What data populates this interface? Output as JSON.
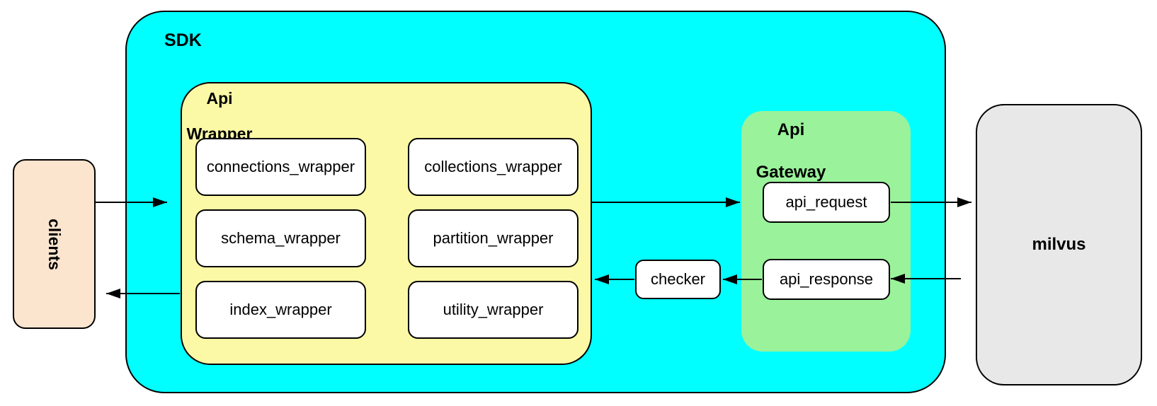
{
  "colors": {
    "sdk_fill": "#00FFFF",
    "api_wrapper_fill": "#FBF9A5",
    "api_gateway_fill": "#9AF29A",
    "clients_fill": "#FCE5CE",
    "milvus_fill": "#E8E8E8",
    "inner_box_fill": "#FFFFFF",
    "stroke": "#000000"
  },
  "clients": {
    "label": "clients"
  },
  "sdk": {
    "label": "SDK"
  },
  "wrapper": {
    "title_line1": "Api",
    "title_line2": "Wrapper",
    "boxes": [
      "connections_wrapper",
      "collections_wrapper",
      "schema_wrapper",
      "partition_wrapper",
      "index_wrapper",
      "utility_wrapper"
    ]
  },
  "gateway": {
    "title_line1": "Api",
    "title_line2": "Gateway",
    "boxes": [
      "api_request",
      "api_response"
    ]
  },
  "checker": {
    "label": "checker"
  },
  "milvus": {
    "label": "milvus"
  }
}
